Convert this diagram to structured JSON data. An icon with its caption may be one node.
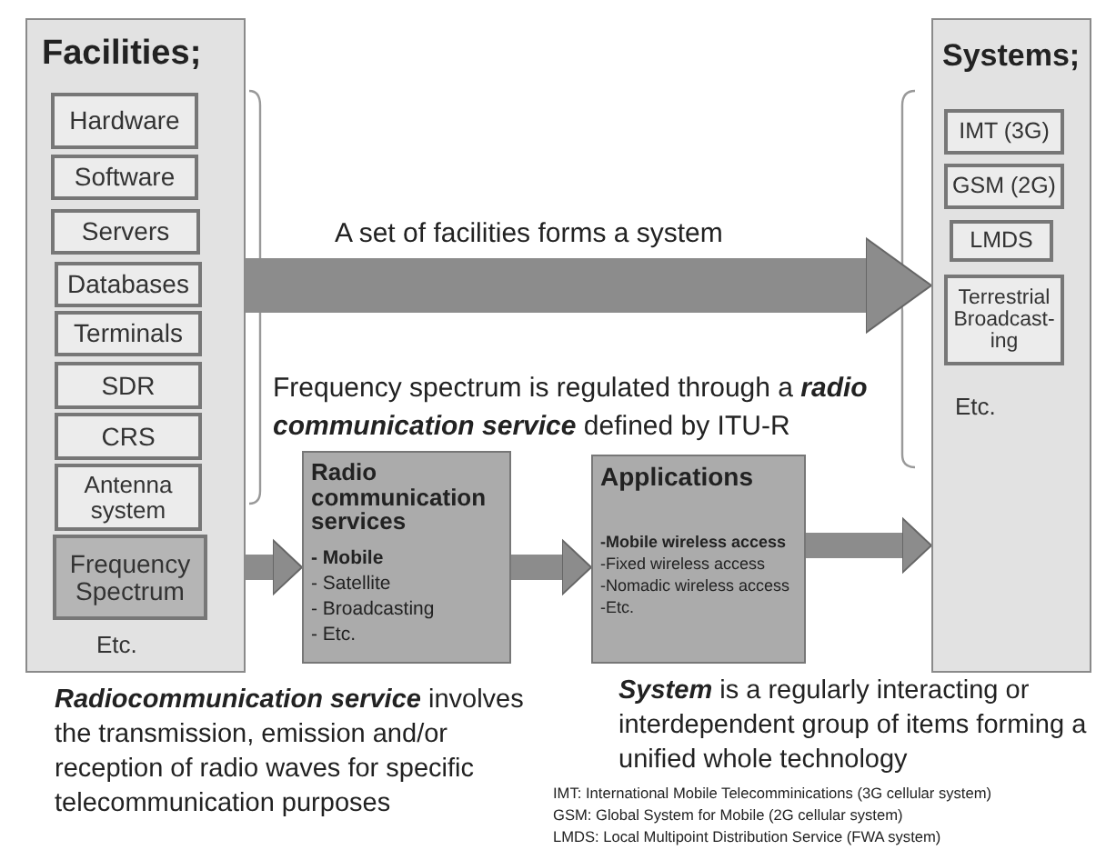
{
  "diagram": {
    "nodes": [
      {
        "text": [
          "Facilities;",
          "Etc."
        ]
      },
      {
        "text": [
          "Hardware"
        ],
        "in": 0
      },
      {
        "text": [
          "Software"
        ],
        "in": 0
      },
      {
        "text": [
          "Servers"
        ],
        "in": 0
      },
      {
        "text": [
          "Databases"
        ],
        "in": 0
      },
      {
        "text": [
          "Terminals"
        ],
        "in": 0
      },
      {
        "text": [
          "SDR"
        ],
        "in": 0
      },
      {
        "text": [
          "CRS"
        ],
        "in": 0
      },
      {
        "text": [
          "Antenna system"
        ],
        "in": 0
      },
      {
        "text": [
          "Frequency Spectrum"
        ],
        "in": 0
      },
      {
        "text": [
          "Radio communication services",
          "**- Mobile**",
          "- Satellite",
          "- Broadcasting",
          "- Etc."
        ]
      },
      {
        "text": [
          "Applications",
          "**-Mobile wireless access**",
          "-Fixed wireless  access",
          "-Nomadic wireless access",
          "-Etc."
        ]
      },
      {
        "text": [
          "Systems;",
          "Etc."
        ]
      },
      {
        "text": [
          "IMT (3G)"
        ],
        "in": 12
      },
      {
        "text": [
          "GSM (2G)"
        ],
        "in": 12
      },
      {
        "text": [
          "LMDS"
        ],
        "in": 12
      },
      {
        "text": [
          "Terrestrial Broadcast-ing"
        ],
        "in": 12
      }
    ],
    "edges": [
      {
        "from": 0,
        "to": 12,
        "arrow": "to",
        "label": "A set of facilities forms a system",
        "style": "thick"
      },
      {
        "from": 9,
        "to": 10,
        "arrow": "to"
      },
      {
        "from": 10,
        "to": 11,
        "arrow": "to"
      },
      {
        "from": 11,
        "to": 12,
        "arrow": "to"
      }
    ],
    "labels": [
      "Frequency spectrum is regulated through a **radio communication service** defined by ITU-R",
      "**Radiocommunication service** involves the transmission, emission and/or reception of radio waves for specific telecommunication purposes",
      "**System** is a regularly interacting or interdependent group of items forming a unified whole technology",
      "IMT: International Mobile Telecomminications (3G cellular system)",
      "GSM: Global System for Mobile (2G cellular system)",
      "LMDS:  Local Multipoint Distribution Service (FWA system)"
    ]
  }
}
